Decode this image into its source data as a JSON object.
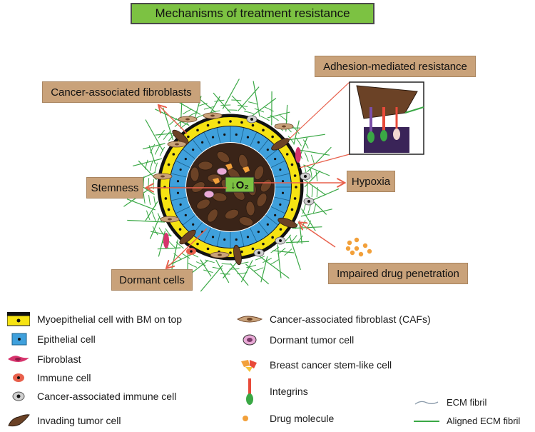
{
  "title": "Mechanisms of treatment resistance",
  "labels": {
    "adhesion": "Adhesion-mediated resistance",
    "caf": "Cancer-associated fibroblasts",
    "stemness": "Stemness",
    "hypoxia": "Hypoxia",
    "dormant": "Dormant cells",
    "drug_penetration": "Impaired drug penetration",
    "oxygen": "↓O₂"
  },
  "legend": [
    {
      "icon": "myoepithelial-cell-icon",
      "label": "Myoepithelial cell with BM on top"
    },
    {
      "icon": "epithelial-cell-icon",
      "label": "Epithelial cell"
    },
    {
      "icon": "fibroblast-icon",
      "label": "Fibroblast"
    },
    {
      "icon": "immune-cell-icon",
      "label": "Immune cell"
    },
    {
      "icon": "cancer-associated-immune-cell-icon",
      "label": "Cancer-associated immune cell"
    },
    {
      "icon": "invading-tumor-cell-icon",
      "label": "Invading tumor cell"
    },
    {
      "icon": "caf-icon",
      "label": "Cancer-associated fibroblast (CAFs)"
    },
    {
      "icon": "dormant-tumor-cell-icon",
      "label": "Dormant tumor cell"
    },
    {
      "icon": "stem-like-cell-icon",
      "label": "Breast cancer stem-like cell"
    },
    {
      "icon": "integrin-icon",
      "label": "Integrins"
    },
    {
      "icon": "drug-molecule-icon",
      "label": "Drug molecule"
    },
    {
      "icon": "ecm-fibril-icon",
      "label": "ECM fibril"
    },
    {
      "icon": "aligned-ecm-fibril-icon",
      "label": "Aligned ECM fibril"
    }
  ],
  "colors": {
    "title_bg": "#7cc242",
    "label_bg": "#c9a27a",
    "arrow": "#e8604c",
    "ecm": "#3aa845",
    "tumor": "#6b4226",
    "epithelial": "#3fa0dc",
    "myoepithelial": "#f6e312"
  }
}
